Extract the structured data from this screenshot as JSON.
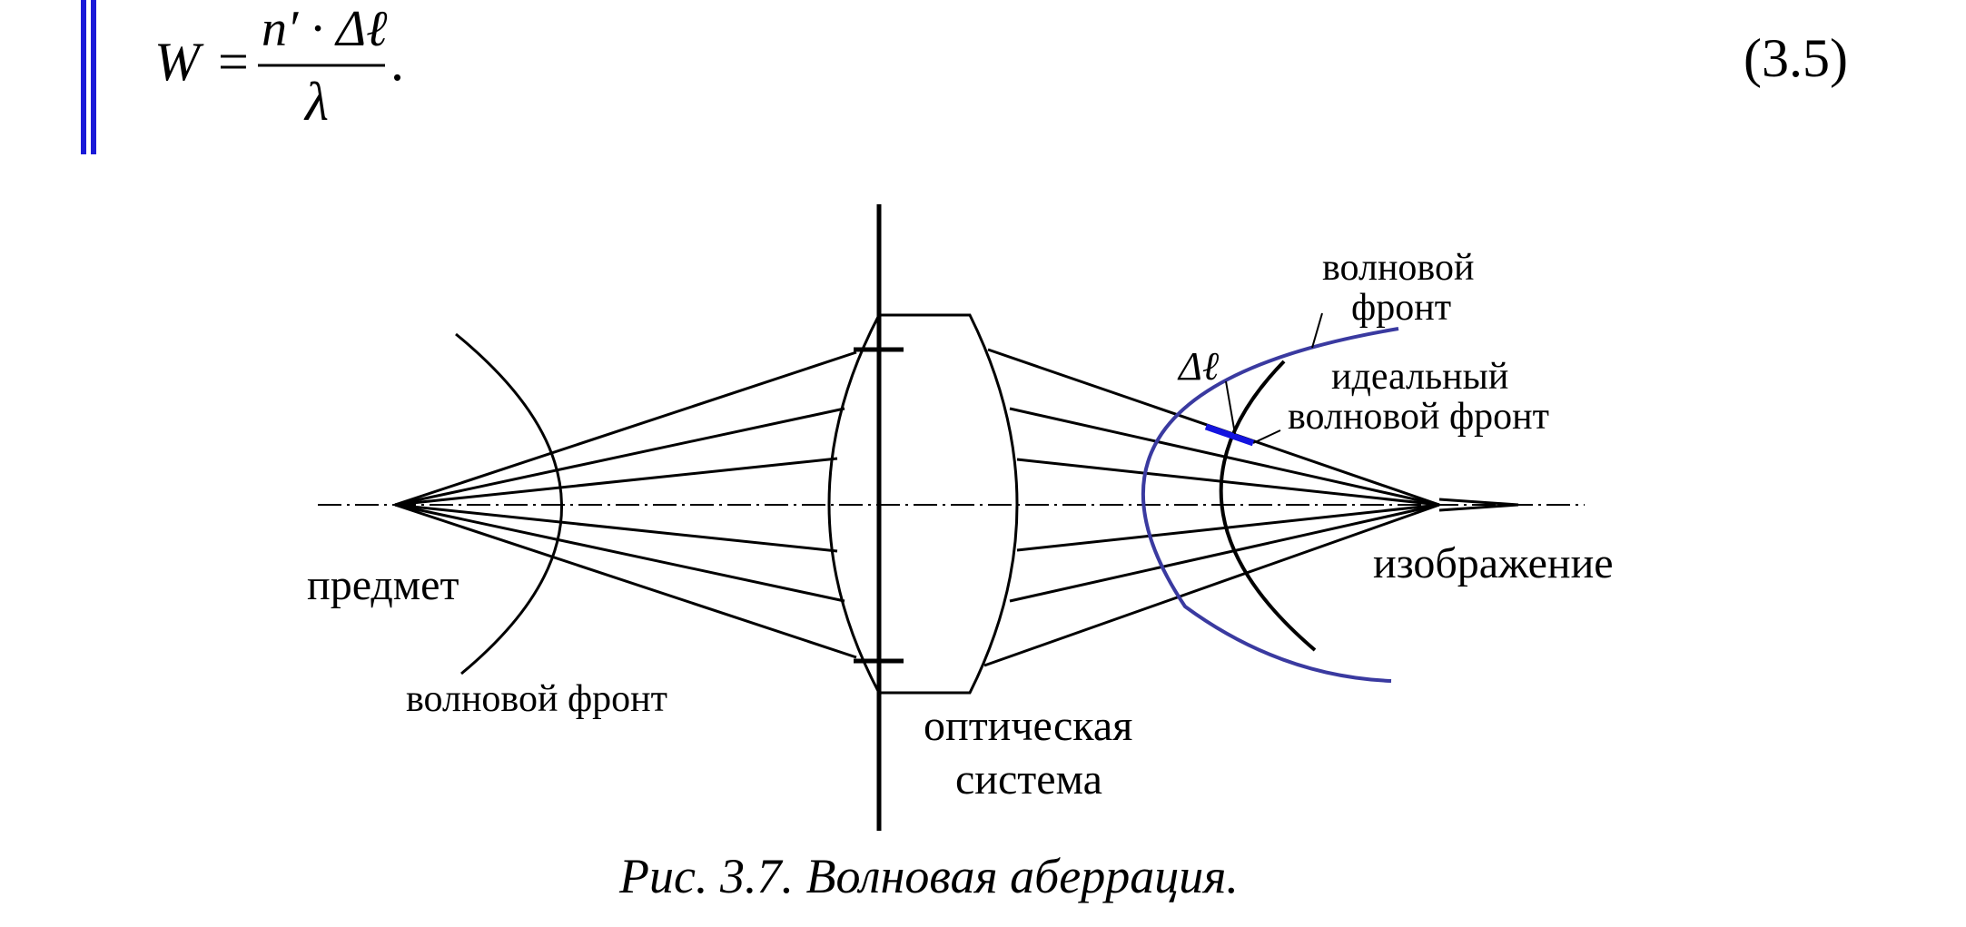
{
  "equation": {
    "lhs": "W",
    "equals": "=",
    "numerator": "n′ · Δℓ",
    "denominator": "λ",
    "trailing": ".",
    "number": "(3.5)"
  },
  "diagram": {
    "object_label": "предмет",
    "object_wavefront_label": "волновой фронт",
    "optical_system_label_line1": "оптическая",
    "optical_system_label_line2": "система",
    "image_label": "изображение",
    "real_wavefront_label_line1": "волновой",
    "real_wavefront_label_line2": "фронт",
    "ideal_wavefront_label_line1": "идеальный",
    "ideal_wavefront_label_line2": "волновой фронт",
    "delta_label": "Δℓ",
    "colors": {
      "real_wavefront": "#3a3aa0",
      "delta_segment": "#1414e0",
      "margin_bar": "#1a1ad8"
    }
  },
  "caption": "Рис. 3.7. Волновая аберрация."
}
